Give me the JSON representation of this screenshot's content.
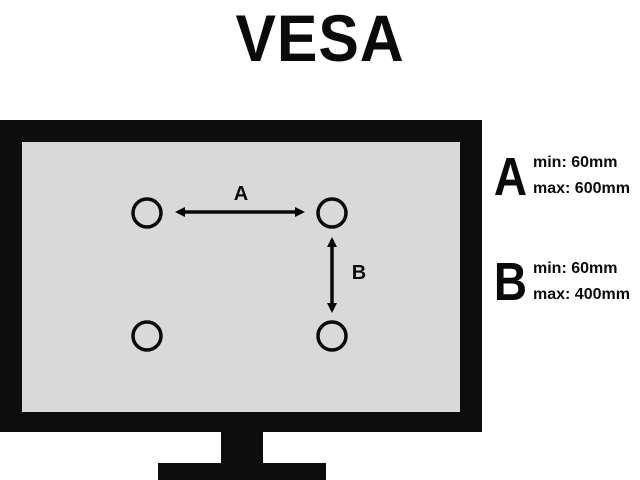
{
  "title": "VESA",
  "diagram": {
    "label_a": "A",
    "label_b": "B"
  },
  "specs": [
    {
      "letter": "A",
      "min": "min: 60mm",
      "max": "max: 600mm"
    },
    {
      "letter": "B",
      "min": "min: 60mm",
      "max": "max: 400mm"
    }
  ],
  "colors": {
    "frame": "#0d0d0d",
    "screen": "#d9d9d9",
    "background": "#ffffff"
  }
}
